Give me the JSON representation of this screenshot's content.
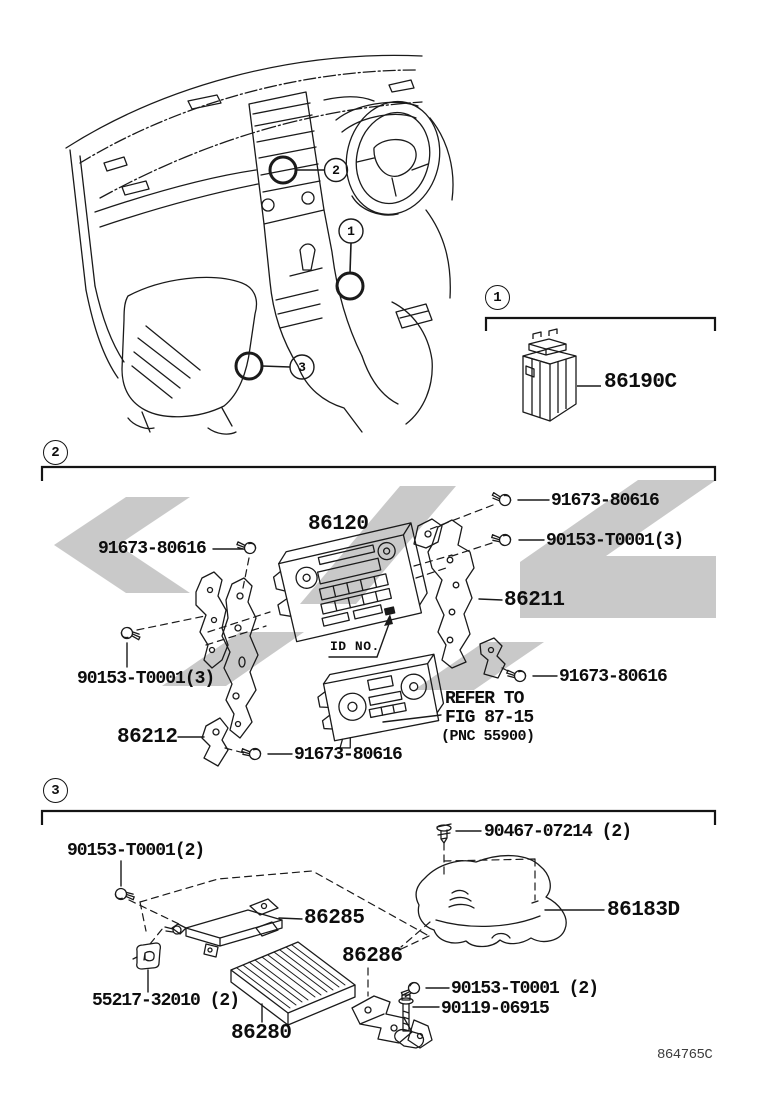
{
  "page": {
    "footer_code": "864765C"
  },
  "colors": {
    "line_color": "#1a1a1a",
    "watermark_color": "#c9c9c9"
  },
  "overview": {
    "callout_1": "1",
    "callout_2": "2",
    "callout_3": "3"
  },
  "section1": {
    "number": "1",
    "labels": {
      "connector": "86190C"
    }
  },
  "section2": {
    "number": "2",
    "labels": {
      "screw_top_right": "91673-80616",
      "bolt_right": "90153-T0001(3)",
      "bracket_right": "86211",
      "screw_mid_right": "91673-80616",
      "screw_top_left": "91673-80616",
      "bolt_left": "90153-T0001(3)",
      "bracket_left": "86212",
      "screw_bottom": "91673-80616",
      "radio": "86120",
      "id_no": "ID NO.",
      "refer_line1": "REFER TO",
      "refer_line2": "FIG 87-15",
      "refer_line3": "(PNC 55900)"
    }
  },
  "section3": {
    "number": "3",
    "labels": {
      "bolt_top_left": "90153-T0001(2)",
      "clip_top": "90467-07214 (2)",
      "bracket_front": "86285",
      "bracket_rear": "86286",
      "cover": "86183D",
      "clip_left": "55217-32010 (2)",
      "amplifier": "86280",
      "bolt_bottom_right": "90153-T0001 (2)",
      "bolt_bottom": "90119-06915"
    }
  }
}
